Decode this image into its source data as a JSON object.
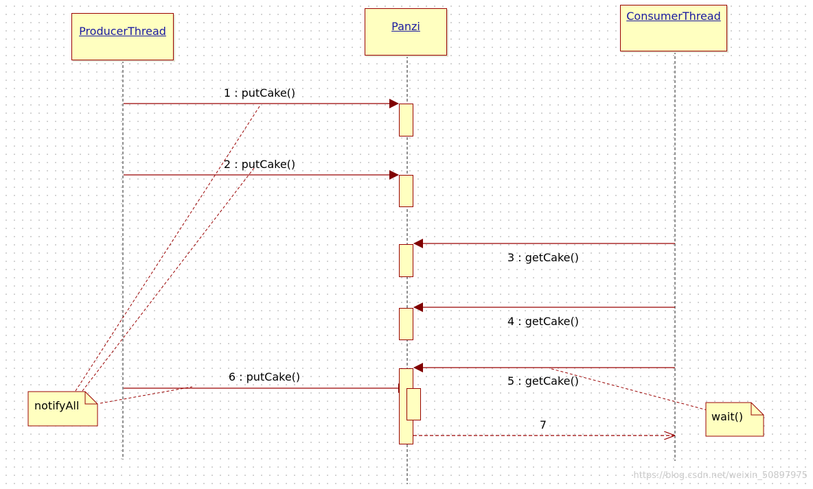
{
  "lifelines": {
    "producer": "ProducerThread",
    "panzi": "Panzi",
    "consumer": "ConsumerThread"
  },
  "messages": {
    "m1": "1 : putCake()",
    "m2": "2 : putCake()",
    "m3": "3 : getCake()",
    "m4": "4 : getCake()",
    "m5": "5 : getCake()",
    "m6": "6 : putCake()",
    "m7": "7"
  },
  "notes": {
    "notify": "notifyAll",
    "wait": "wait()"
  },
  "watermark": "https://blog.csdn.net/weixin_50897975",
  "colors": {
    "line": "#990000",
    "fill": "#ffffc0",
    "name_text": "#1a1aa0"
  }
}
